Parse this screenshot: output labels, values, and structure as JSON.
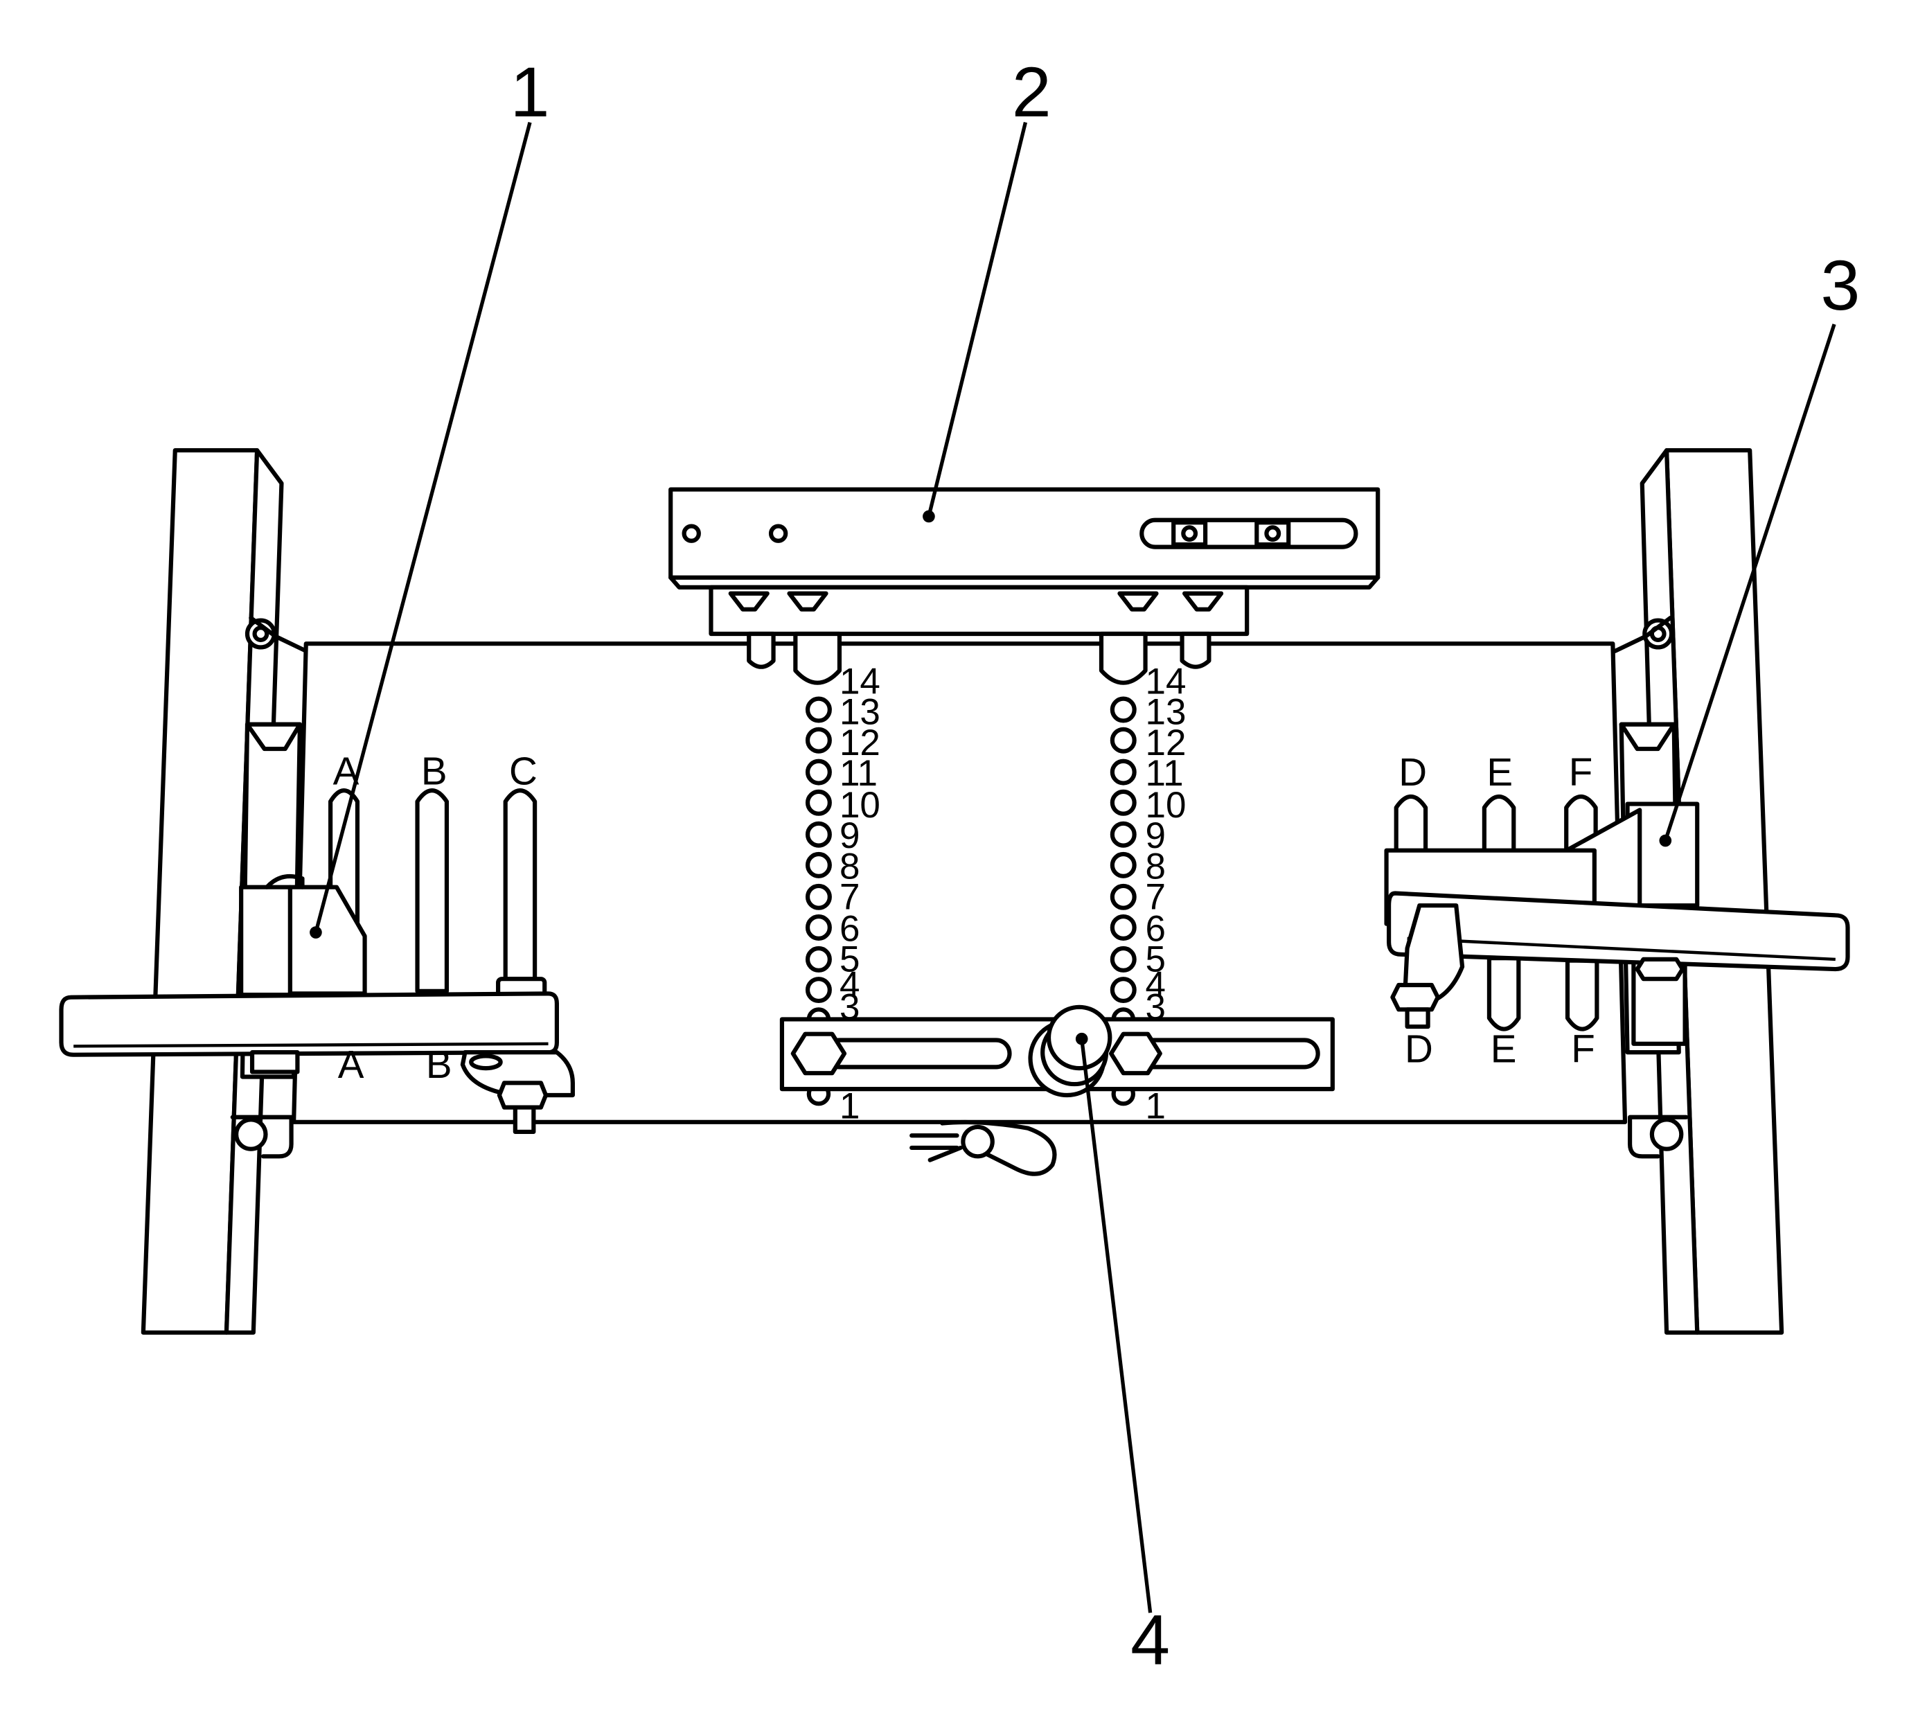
{
  "callouts": [
    "1",
    "2",
    "3",
    "4"
  ],
  "left_slots": {
    "top": [
      "A",
      "B",
      "C"
    ],
    "bottom": [
      "A",
      "B"
    ]
  },
  "right_slots": {
    "top": [
      "D",
      "E",
      "F"
    ],
    "bottom": [
      "D",
      "E",
      "F"
    ]
  },
  "hole_numbers": [
    "14",
    "13",
    "12",
    "11",
    "10",
    "9",
    "8",
    "7",
    "6",
    "5",
    "4",
    "3"
  ],
  "bottom_hole_number": "1"
}
